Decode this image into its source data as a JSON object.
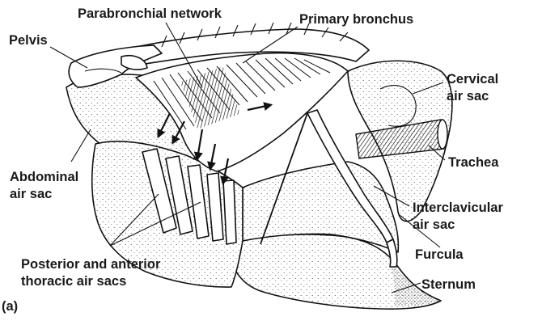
{
  "figure": {
    "panel_label": "(a)",
    "labels": {
      "pelvis": "Pelvis",
      "parabronchial_network": "Parabronchial network",
      "primary_bronchus": "Primary bronchus",
      "cervical_1": "Cervical",
      "cervical_2": "air sac",
      "trachea": "Trachea",
      "abdominal_1": "Abdominal",
      "abdominal_2": "air sac",
      "interclavicular_1": "Interclavicular",
      "interclavicular_2": "air sac",
      "furcula": "Furcula",
      "posterior_1": "Posterior and anterior",
      "posterior_2": "thoracic air sacs",
      "sternum": "Sternum"
    }
  }
}
